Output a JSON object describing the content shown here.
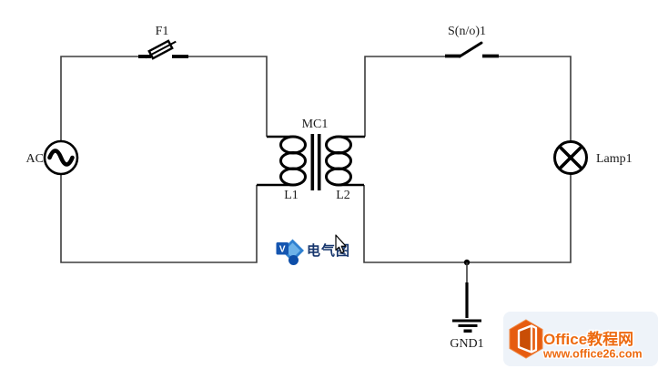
{
  "circuit": {
    "ac_source_label": "AC",
    "fuse_label": "F1",
    "switch_label": "S(n/o)1",
    "transformer_label": "MC1",
    "primary_coil_label": "L1",
    "secondary_coil_label": "L2",
    "lamp_label": "Lamp1",
    "ground_label": "GND1"
  },
  "caption": {
    "app_icon": "visio-icon",
    "app_icon_letter": "V",
    "text": "电气图"
  },
  "watermark": {
    "logo_icon": "office-logo-icon",
    "title": "Office教程网",
    "url": "www.office26.com"
  },
  "colors": {
    "background": "#ffffff",
    "wire": "#3d3d3d",
    "symbol": "#000000",
    "caption_text": "#17366d",
    "visio_blue": "#1455b0",
    "visio_light_blue": "#2f80d0",
    "visio_dark_circle": "#0d4ea8",
    "office_hexagon": "#e65c10",
    "watermark_orange": "#ed6a10"
  }
}
